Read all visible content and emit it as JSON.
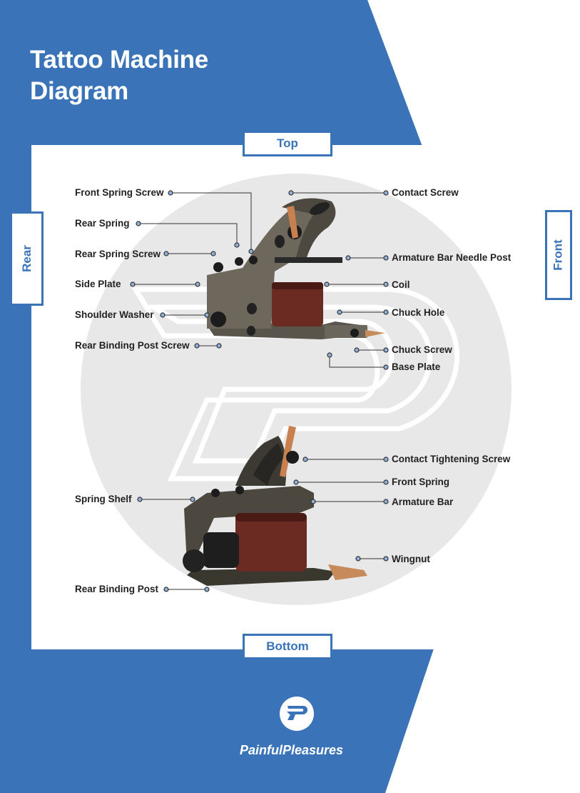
{
  "header": {
    "title_line1": "Tattoo Machine",
    "title_line2": "Diagram"
  },
  "colors": {
    "brand_blue": "#3a73b7",
    "watermark_gray": "#e8e8e8",
    "text_dark": "#222222",
    "white": "#ffffff"
  },
  "orientation_labels": {
    "top": "Top",
    "bottom": "Bottom",
    "rear": "Rear",
    "front": "Front"
  },
  "top_view_callouts": {
    "left": [
      {
        "label": "Front Spring Screw"
      },
      {
        "label": "Rear Spring"
      },
      {
        "label": "Rear Spring Screw"
      },
      {
        "label": "Side Plate"
      },
      {
        "label": "Shoulder Washer"
      },
      {
        "label": "Rear Binding Post Screw"
      }
    ],
    "right": [
      {
        "label": "Contact Screw"
      },
      {
        "label": "Armature Bar Needle Post"
      },
      {
        "label": "Coil"
      },
      {
        "label": "Chuck Hole"
      },
      {
        "label": "Chuck Screw"
      },
      {
        "label": "Base Plate"
      }
    ]
  },
  "bottom_view_callouts": {
    "left": [
      {
        "label": "Spring Shelf"
      },
      {
        "label": "Rear Binding Post"
      }
    ],
    "right": [
      {
        "label": "Contact Tightening Screw"
      },
      {
        "label": "Front Spring"
      },
      {
        "label": "Armature Bar"
      },
      {
        "label": "Wingnut"
      }
    ]
  },
  "footer": {
    "logo_icon": "painfulpleasures-p-logo",
    "brand_name": "PainfulPleasures"
  }
}
